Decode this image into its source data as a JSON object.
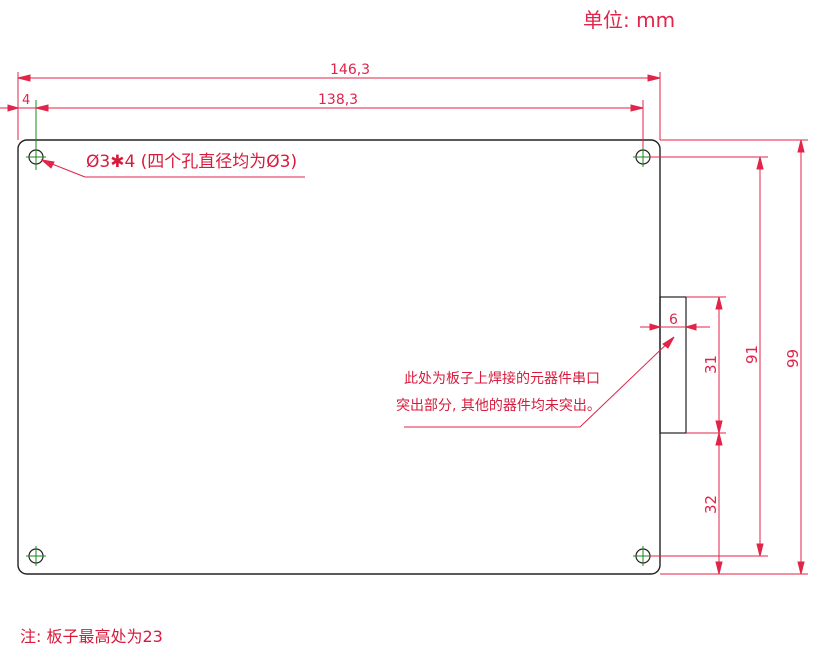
{
  "unit_label": "单位: mm",
  "dimensions": {
    "overall_width": "146,3",
    "hole_spacing_x": "138,3",
    "hole_offset": "4",
    "hole_spacing_y": "91",
    "overall_height": "99",
    "port_depth": "6",
    "port_height": "31",
    "port_bottom_offset": "32"
  },
  "hole_callout": "Ø3✱4 (四个孔直径均为Ø3)",
  "component_note": {
    "line1": "此处为板子上焊接的元器件串口",
    "line2": "突出部分, 其他的器件均未突出。"
  },
  "footer_note": "注: 板子最高处为23",
  "colors": {
    "outline": "#222222",
    "dimension": "#e0244a",
    "hole_cross": "#1a8a1a"
  }
}
